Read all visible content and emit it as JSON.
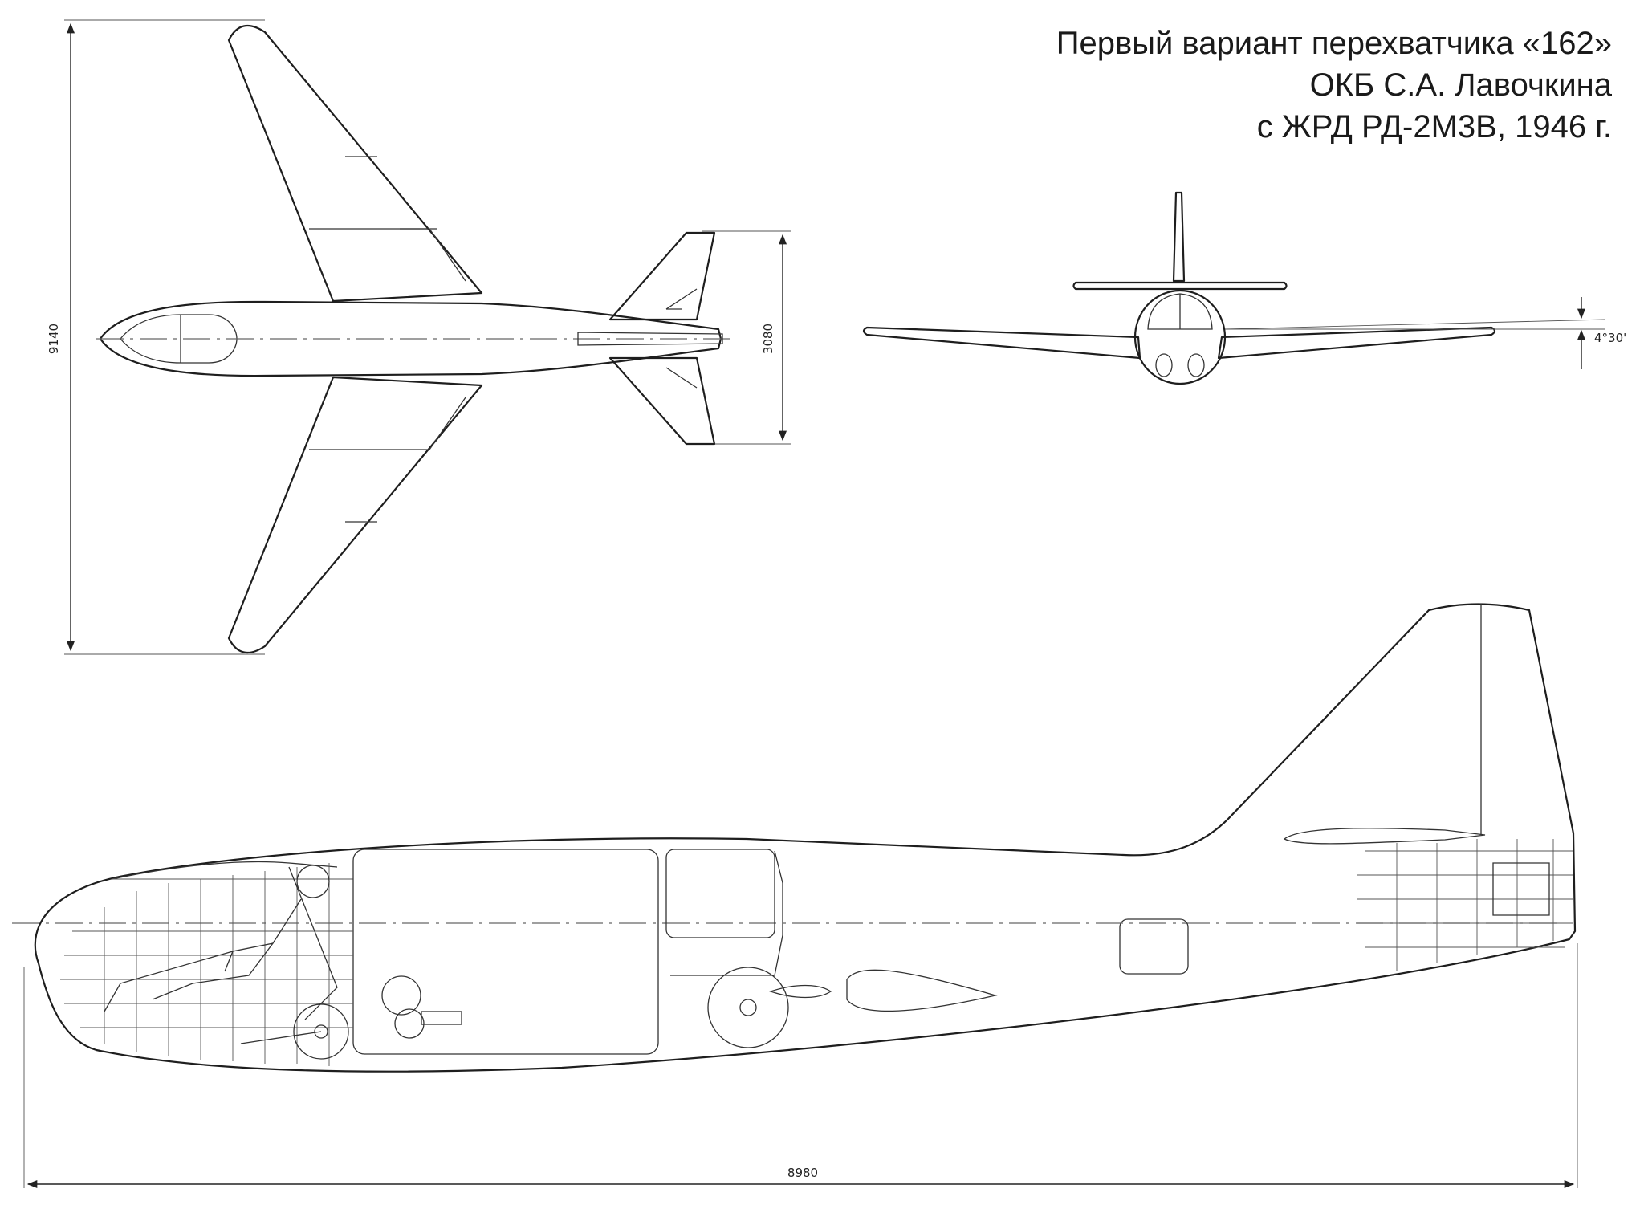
{
  "title": {
    "line1": "Первый вариант перехватчика «162»",
    "line2": "ОКБ С.А. Лавочкина",
    "line3": "с ЖРД РД-2М3В, 1946 г."
  },
  "dimensions": {
    "wingspan": "9140",
    "tail_span": "3080",
    "dihedral": "4°30'",
    "length": "8980"
  }
}
